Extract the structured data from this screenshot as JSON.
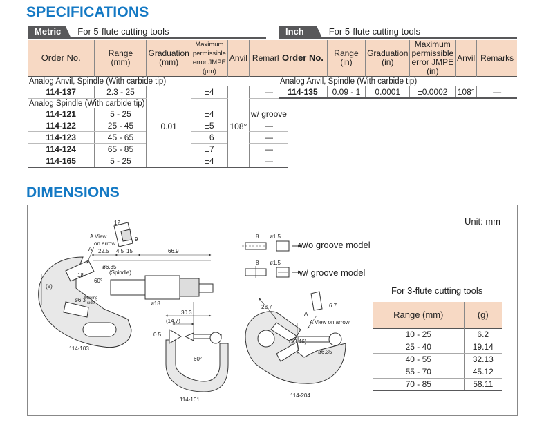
{
  "specs": {
    "heading": "SPECIFICATIONS",
    "metric": {
      "tab": "Metric",
      "note": "For 5-flute cutting tools",
      "headers": {
        "order": "Order No.",
        "range1": "Range",
        "range2": "(mm)",
        "grad1": "Graduation",
        "grad2": "(mm)",
        "mpe1": "Maximum",
        "mpe2": "permissible",
        "mpe3": "error JMPE (µm)",
        "anvil": "Anvil",
        "remarks": "Remarks"
      },
      "group1": "Analog Anvil, Spindle  (With carbide tip)",
      "row1": {
        "order": "114-137",
        "range": "2.3 - 25",
        "mpe": "±4",
        "remarks": "—"
      },
      "group2": "Analog Spindle  (With carbide tip)",
      "rows": [
        {
          "order": "114-121",
          "range": "5 - 25",
          "mpe": "±4",
          "remarks": "w/ groove"
        },
        {
          "order": "114-122",
          "range": "25 - 45",
          "mpe": "±5",
          "remarks": "—"
        },
        {
          "order": "114-123",
          "range": "45 - 65",
          "mpe": "±6",
          "remarks": "—"
        },
        {
          "order": "114-124",
          "range": "65 - 85",
          "mpe": "±7",
          "remarks": "—"
        },
        {
          "order": "114-165",
          "range": "5 - 25",
          "mpe": "±4",
          "remarks": "—"
        }
      ],
      "graduation": "0.01",
      "anvil": "108°"
    },
    "inch": {
      "tab": "Inch",
      "note": "For 5-flute cutting tools",
      "headers": {
        "order": "Order No.",
        "range1": "Range",
        "range2": "(in)",
        "grad1": "Graduation",
        "grad2": "(in)",
        "mpe1": "Maximum",
        "mpe2": "permissible",
        "mpe3": "error JMPE (in)",
        "anvil": "Anvil",
        "remarks": "Remarks"
      },
      "group1": "Analog Anvil, Spindle  (With carbide tip)",
      "row1": {
        "order": "114-135",
        "range": "0.09 - 1",
        "grad": "0.0001",
        "mpe": "±0.0002",
        "anvil": "108°",
        "remarks": "—"
      }
    }
  },
  "dims": {
    "heading": "DIMENSIONS",
    "unit": "Unit: mm",
    "wo_groove": "w/o groove model",
    "w_groove": "w/ groove model",
    "flute_note": "For 3-flute cutting tools",
    "ftable": {
      "h1": "Range (mm)",
      "h2": "(g)",
      "rows": [
        {
          "range": "10 - 25",
          "g": "6.2"
        },
        {
          "range": "25 - 40",
          "g": "19.14"
        },
        {
          "range": "40 - 55",
          "g": "32.13"
        },
        {
          "range": "55 - 70",
          "g": "45.12"
        },
        {
          "range": "70 - 85",
          "g": "58.11"
        }
      ]
    },
    "labels": {
      "m103": "114-103",
      "m101": "114-101",
      "m204": "114-204",
      "aview1": "A View",
      "aview2": "on arrow",
      "aview3": "A View on arrow",
      "a": "A",
      "d12": "12",
      "d9": "9",
      "d225": "22.5",
      "d45": "4.5",
      "d15": "15",
      "d669": "66.9",
      "d18": "18",
      "d635": "ø6.35",
      "dspindle": "(Spindle)",
      "d60": "60°",
      "de": "(e)",
      "d63": "ø6.3",
      "dmoving": "Moving",
      "dside": "side",
      "d18b": "ø18",
      "d303": "30.3",
      "d147": "(14.7)",
      "d05": "0.5",
      "d8": "8",
      "d15b": "ø1.5",
      "d227": "22.7",
      "d67": "6.7",
      "d2346": "(23.46)"
    }
  }
}
